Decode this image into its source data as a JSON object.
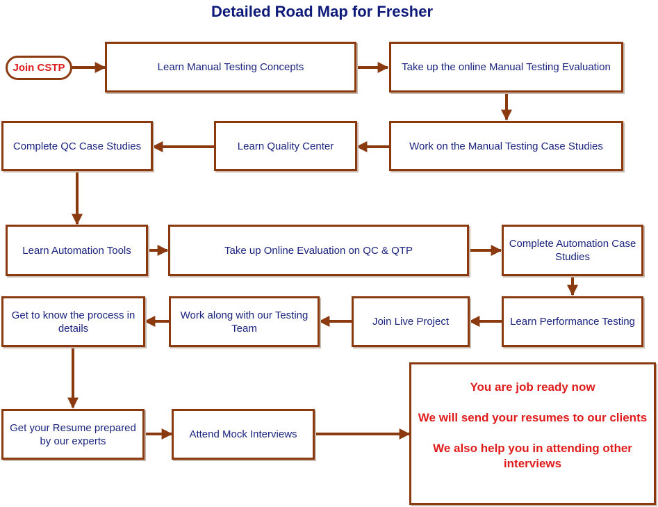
{
  "title": "Detailed Road Map for Fresher",
  "colors": {
    "title": "#0e1a7a",
    "box_text": "#1a237e",
    "border": "#8b3a0f",
    "highlight": "#e01b1b"
  },
  "start": "Join CSTP",
  "steps": {
    "learn_manual": "Learn Manual Testing Concepts",
    "online_manual_eval": "Take up the online Manual Testing Evaluation",
    "manual_case_studies": "Work on the Manual Testing Case Studies",
    "learn_qc": "Learn Quality Center",
    "qc_case_studies": "Complete QC Case Studies",
    "learn_automation": "Learn Automation Tools",
    "online_qc_qtp_eval": "Take up Online Evaluation on QC & QTP",
    "automation_case_studies": "Complete Automation Case Studies",
    "learn_performance": "Learn Performance Testing",
    "live_project": "Join Live Project",
    "testing_team": "Work along with our Testing Team",
    "process_details": "Get to know the process in details",
    "resume": "Get your Resume prepared by our experts",
    "mock_interviews": "Attend Mock Interviews"
  },
  "final": {
    "line1": "You are job ready now",
    "line2": "We will send your resumes to our clients",
    "line3": "We also help you in attending other interviews"
  }
}
